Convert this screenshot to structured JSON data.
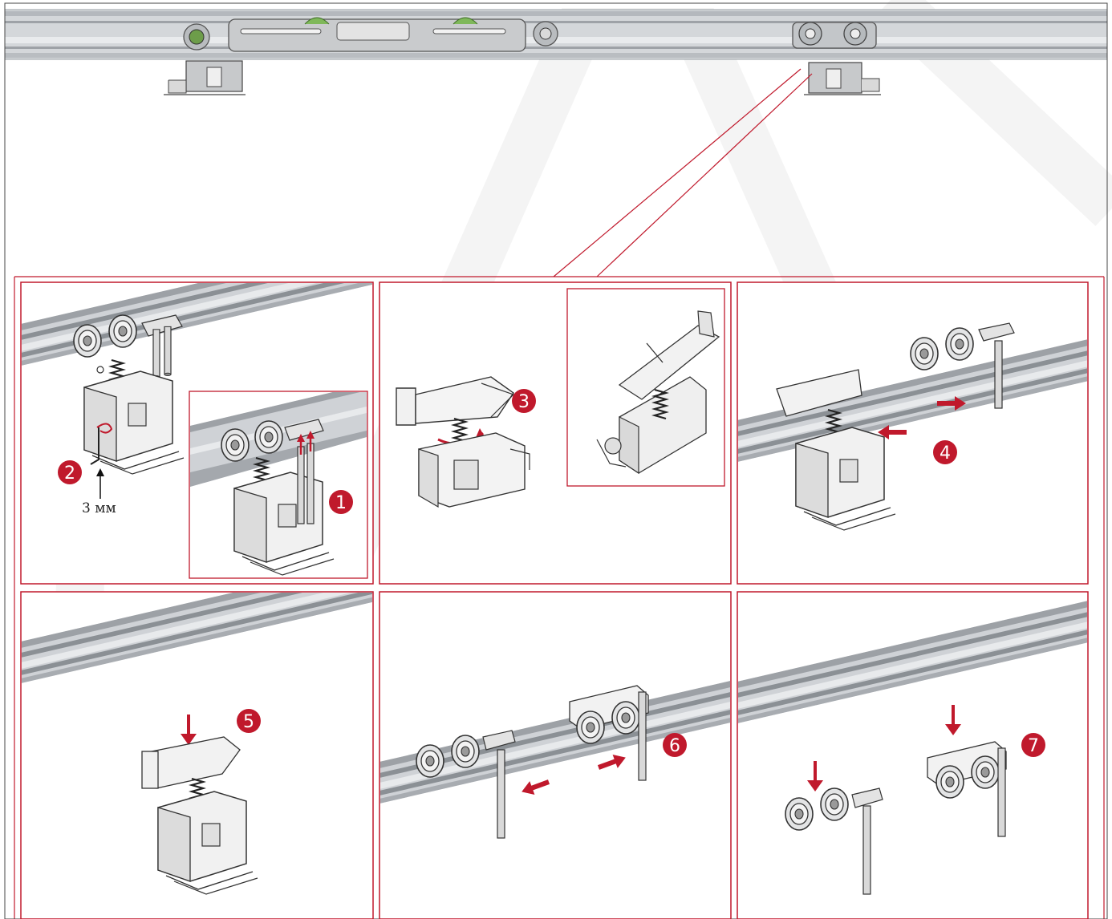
{
  "colors": {
    "accent": "#c0192c",
    "rail_dark": "#8f949a",
    "rail_mid": "#b7bbc0",
    "rail_light": "#dcdfe2",
    "part_stroke": "#3a3a3a",
    "part_fill": "#e9e9ea",
    "watermark": "#f3f3f3"
  },
  "overview": {
    "left_carriage_icon": "left-carriage-with-damper",
    "right_carriage_icon": "right-roller-carriage"
  },
  "panels": [
    {
      "id": 1,
      "steps": [
        "2"
      ],
      "tool_label": "3 мм",
      "inset": {
        "steps": [
          "1"
        ]
      }
    },
    {
      "id": 2,
      "steps": [
        "3"
      ],
      "inset": {
        "steps": []
      }
    },
    {
      "id": 3,
      "steps": [
        "4"
      ]
    },
    {
      "id": 4,
      "steps": [
        "5"
      ]
    },
    {
      "id": 5,
      "steps": [
        "6"
      ]
    },
    {
      "id": 6,
      "steps": [
        "7"
      ]
    }
  ]
}
